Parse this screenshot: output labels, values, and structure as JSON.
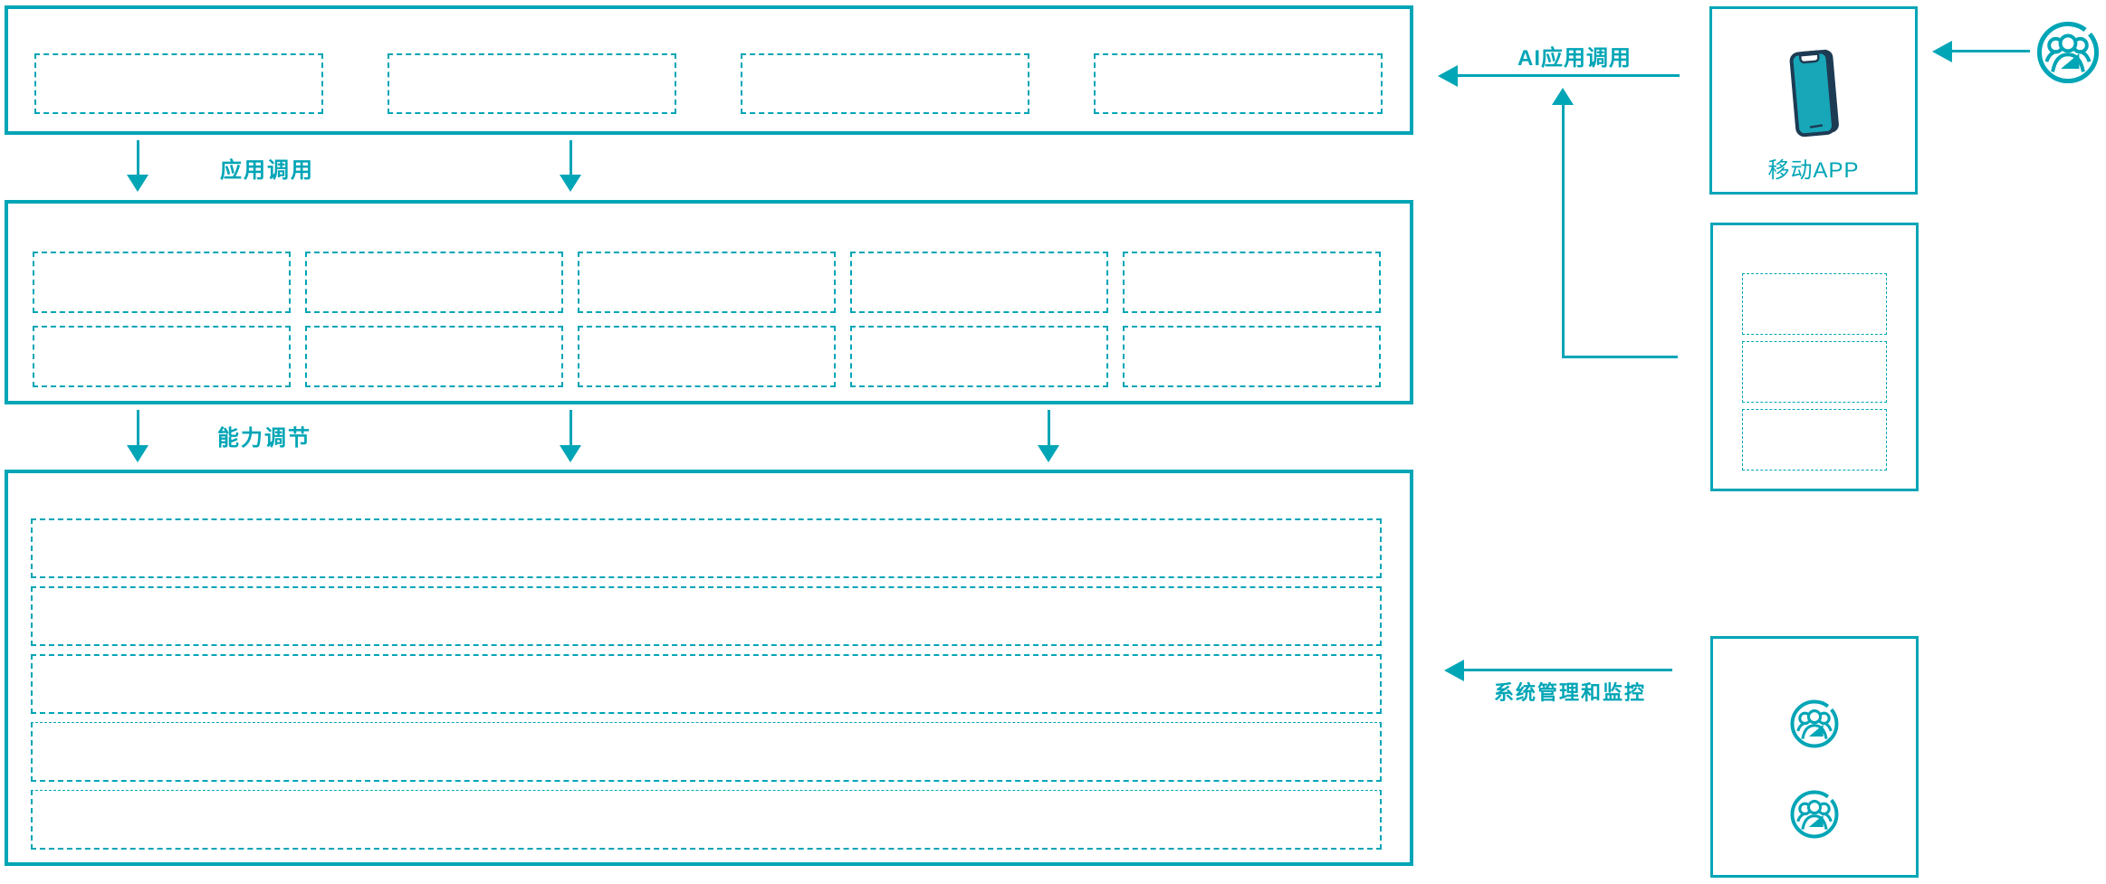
{
  "colors": {
    "accent": "#00a5b6",
    "phone_body": "#1d3b53",
    "phone_screen": "#18a7b9"
  },
  "flow_labels": {
    "app_call": "应用调用",
    "capability_call": "能力调节",
    "ai_app_call": "AI应用调用",
    "system_monitor": "系统管理和监控"
  },
  "layers": {
    "app_layer": {
      "placeholder_count": 4
    },
    "capability_layer": {
      "rows": 2,
      "cols": 5,
      "placeholder_count": 10
    },
    "resource_layer": {
      "row_count": 5
    }
  },
  "right_panel": {
    "mobile_app": {
      "label": "移动APP",
      "icon": "smartphone-icon"
    },
    "dev_panel": {
      "placeholder_count": 3
    },
    "admin_panel": {
      "icon": "users-icon",
      "icon_count": 2
    },
    "external_user": {
      "icon": "users-icon"
    }
  }
}
